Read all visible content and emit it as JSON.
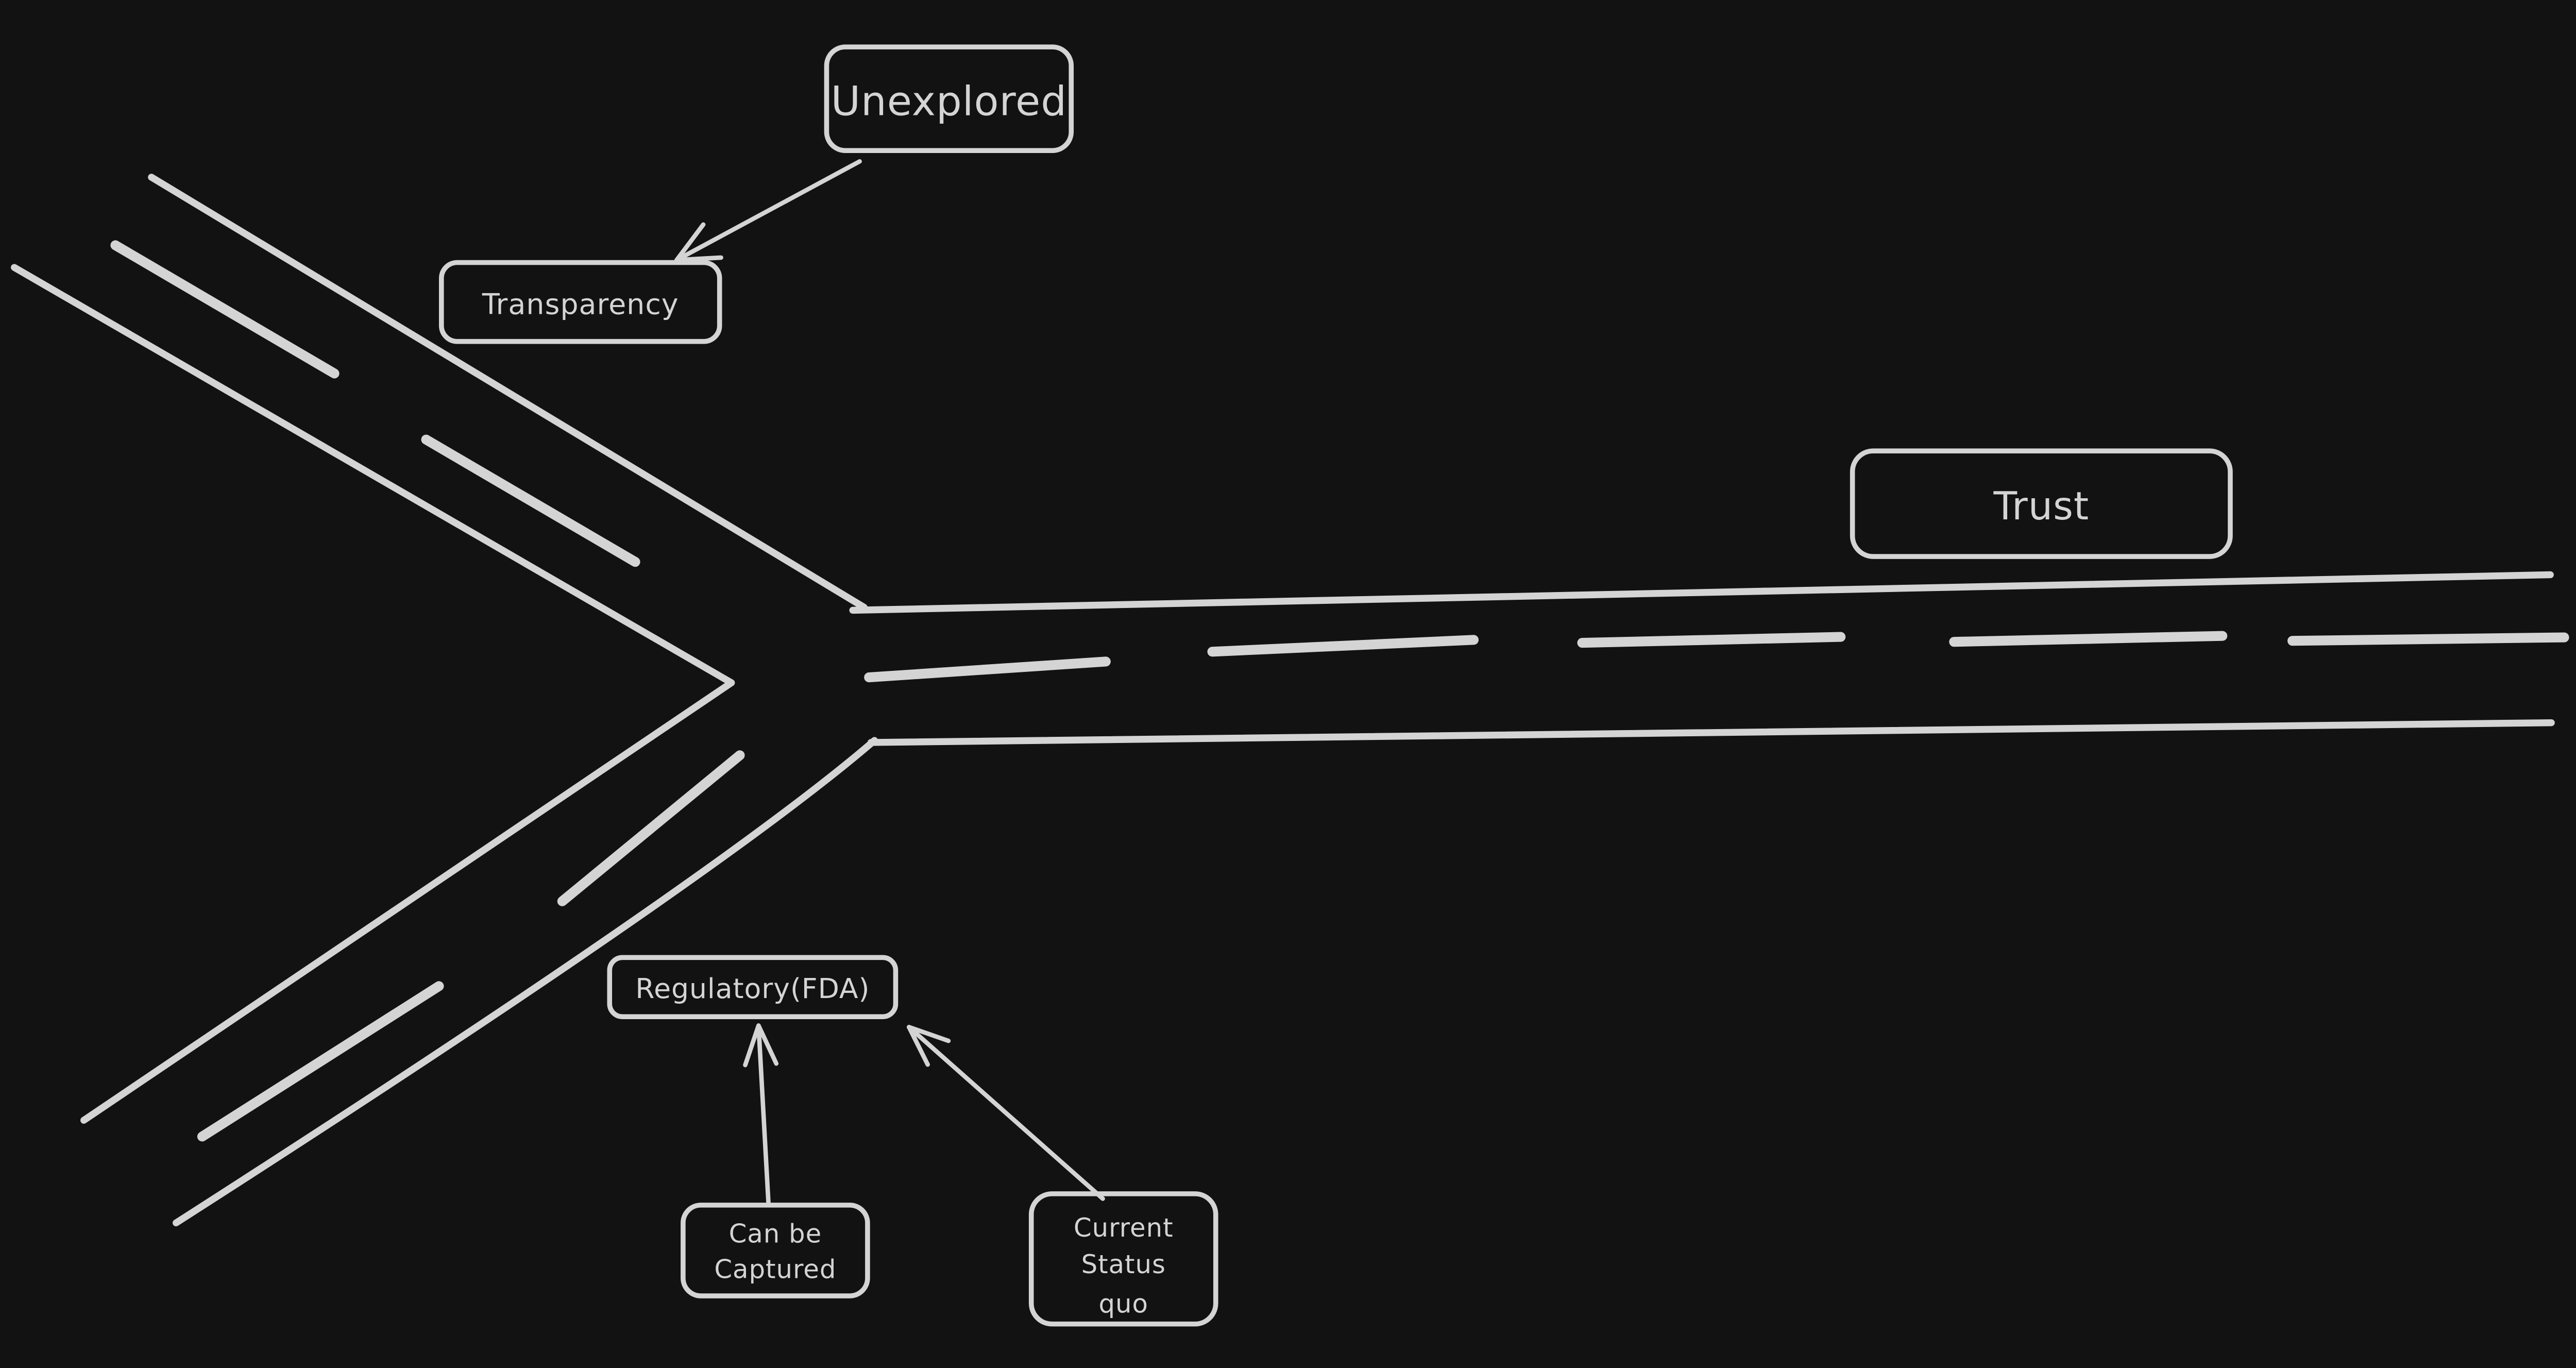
{
  "canvas": {
    "background": "#121212",
    "ink": "#d4d4d4",
    "style": "hand-drawn-whiteboard",
    "scene": "forked-road"
  },
  "nodes": {
    "unexplored": {
      "label": "Unexplored"
    },
    "transparency": {
      "label": "Transparency"
    },
    "trust": {
      "label": "Trust"
    },
    "regulatory_fda": {
      "label": "Regulatory(FDA)"
    },
    "can_be_captured": {
      "lines": [
        "Can be",
        "Captured"
      ]
    },
    "current_status_quo": {
      "lines": [
        "Current",
        "Status",
        "quo"
      ]
    }
  },
  "arrows": [
    {
      "from": "unexplored",
      "to": "transparency"
    },
    {
      "from": "can_be_captured",
      "to": "regulatory_fda"
    },
    {
      "from": "current_status_quo",
      "to": "regulatory_fda"
    }
  ],
  "road": {
    "type": "fork",
    "upper_branch_label": "transparency",
    "lower_branch_label": "regulatory_fda",
    "main_road_label": "trust",
    "main_center_dashes": 5,
    "upper_branch_dashes": 2,
    "lower_branch_dashes": 2
  }
}
